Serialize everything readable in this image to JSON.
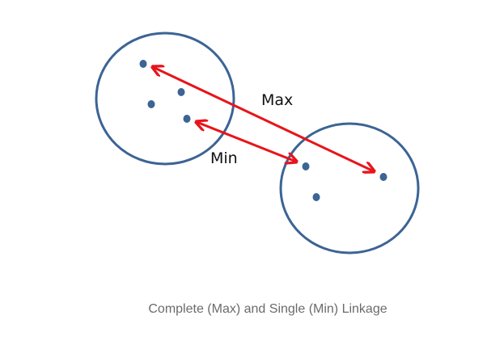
{
  "diagram": {
    "labels": {
      "max": "Max",
      "min": "Min"
    },
    "caption": "Complete (Max) and Single (Min) Linkage",
    "colors": {
      "cluster_outline": "#3c6494",
      "point": "#3c6494",
      "arrow": "#e8141b",
      "label_text": "#111111",
      "caption_text": "#6b6b6b"
    }
  }
}
